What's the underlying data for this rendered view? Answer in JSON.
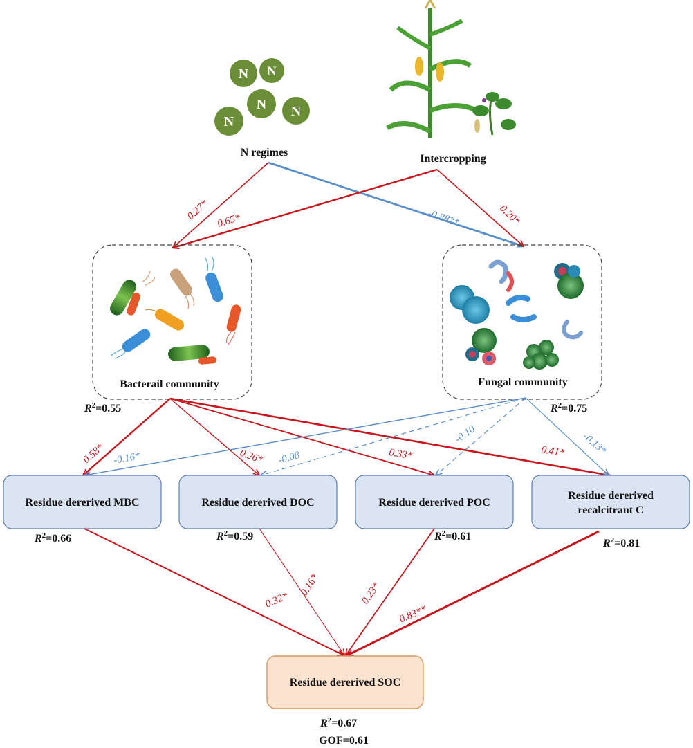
{
  "colors": {
    "positive": "#c8161d",
    "negative": "#5b8fca",
    "obs_fill": "#dbe4f3",
    "obs_stroke": "#5f7fb0",
    "soc_fill": "#fbe3d0",
    "soc_stroke": "#d99a63",
    "n_pellet": "#6a8d37",
    "text": "#111111"
  },
  "drivers": {
    "n_regimes": "N regimes",
    "intercropping": "Intercropping",
    "n_symbol": "N"
  },
  "communities": {
    "bacterial": {
      "label": "Bacterail community",
      "r2_value": "=0.55"
    },
    "fungal": {
      "label": "Fungal community",
      "r2_value": "=0.75"
    }
  },
  "pools": {
    "mbc": {
      "label": "Residue dererived MBC",
      "r2_value": "=0.66"
    },
    "doc": {
      "label": "Residue dererived DOC",
      "r2_value": "=0.59"
    },
    "poc": {
      "label": "Residue dererived POC",
      "r2_value": "=0.61"
    },
    "rc": {
      "label_line1": "Residue dererived",
      "label_line2": "recalcitrant C",
      "r2_value": "=0.81"
    }
  },
  "soc": {
    "label": "Residue dererived SOC",
    "r2_value": "=0.67",
    "gof": "GOF=0.61"
  },
  "r2_prefix": "R",
  "r2_sup": "2",
  "paths": {
    "n_to_bact": "0.27*",
    "ic_to_bact": "0.65*",
    "n_to_fung": "-0.88**",
    "ic_to_fung": "0.20*",
    "bact_to_mbc": "0.58*",
    "fung_to_mbc": "-0.16*",
    "bact_to_doc": "0.26*",
    "fung_to_doc": "-0.08",
    "bact_to_poc": "0.33*",
    "fung_to_poc": "-0.10",
    "bact_to_rc": "0.41*",
    "fung_to_rc": "-0.13*",
    "mbc_to_soc": "0.32*",
    "doc_to_soc": "0.16*",
    "poc_to_soc": "0.23*",
    "rc_to_soc": "0.83**"
  }
}
